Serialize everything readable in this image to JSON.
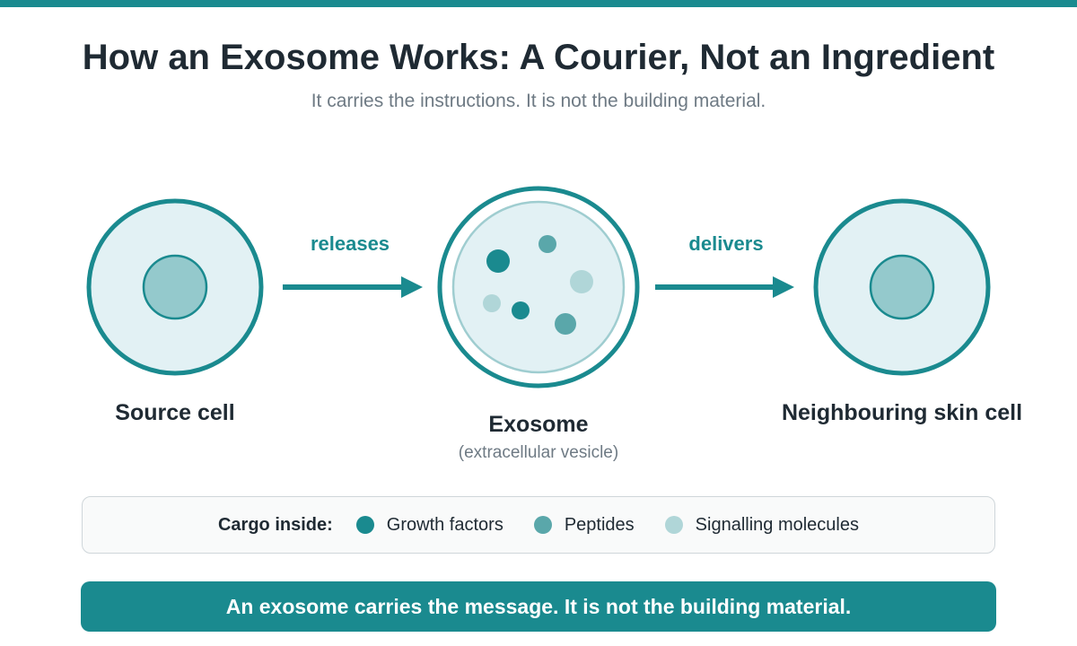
{
  "title": "How an Exosome Works: A Courier, Not an Ingredient",
  "subtitle": "It carries the instructions. It is not the building material.",
  "nodes": {
    "source": {
      "label": "Source cell"
    },
    "exosome": {
      "label": "Exosome",
      "sublabel": "(extracellular vesicle)"
    },
    "target": {
      "label": "Neighbouring skin cell"
    }
  },
  "edges": {
    "releases": "releases",
    "delivers": "delivers"
  },
  "legend": {
    "title": "Cargo inside:",
    "items": [
      {
        "label": "Growth factors",
        "color": "#1a8a8f"
      },
      {
        "label": "Peptides",
        "color": "#5aa7aa"
      },
      {
        "label": "Signalling molecules",
        "color": "#b0d6d8"
      }
    ]
  },
  "banner": "An exosome carries the message. It is not the building material.",
  "colors": {
    "accent": "#1a8a8f",
    "cell_fill": "#e2f1f4",
    "nucleus_fill": "#94c9cc",
    "vesicle_inner_ring": "#9fcdd0"
  }
}
